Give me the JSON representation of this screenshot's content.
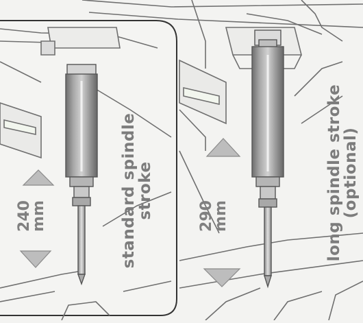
{
  "panels": [
    {
      "id": "standard",
      "dimension": "240\nmm",
      "caption": "standard spindle\nstroke"
    },
    {
      "id": "long",
      "dimension": "290\nmm",
      "caption": "long spindle stroke\n(optional)"
    }
  ],
  "colors": {
    "background": "#f3f3f1",
    "line": "#6f6f6f",
    "arrow_fill": "#bdbdbd",
    "label": "#7c7c7c"
  }
}
